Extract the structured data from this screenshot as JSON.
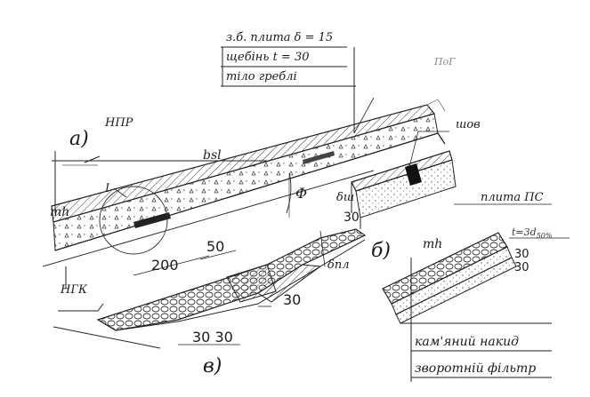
{
  "lining_labels": {
    "slab": "з.б. плита δ = 15",
    "gravel": "щебінь t = 30",
    "body": "тіло греблі"
  },
  "levels": {
    "npr": "НПР",
    "ngk": "НГК",
    "pog": "ПоГ"
  },
  "views": {
    "a": "а)",
    "b": "б)",
    "v": "в)"
  },
  "detail_a": {
    "joint": "шов",
    "slab_ps": "плита ПС",
    "delta_sh": "δш",
    "dim_30": "30",
    "b_sl": "bsl",
    "phi": "Φ",
    "m_h": "mh",
    "callout": "I"
  },
  "detail_v": {
    "dim_200": "200",
    "dim_50": "50",
    "dim_30": "30",
    "dim_3030": "30 30",
    "delta_pl": "δпл"
  },
  "detail_b": {
    "m_h": "mh",
    "t_eq": "t=3d",
    "t_sub": "50%",
    "dim_30_1": "30",
    "dim_30_2": "30",
    "rockfill": "кам'яний накид",
    "filter": "зворотній фільтр"
  }
}
